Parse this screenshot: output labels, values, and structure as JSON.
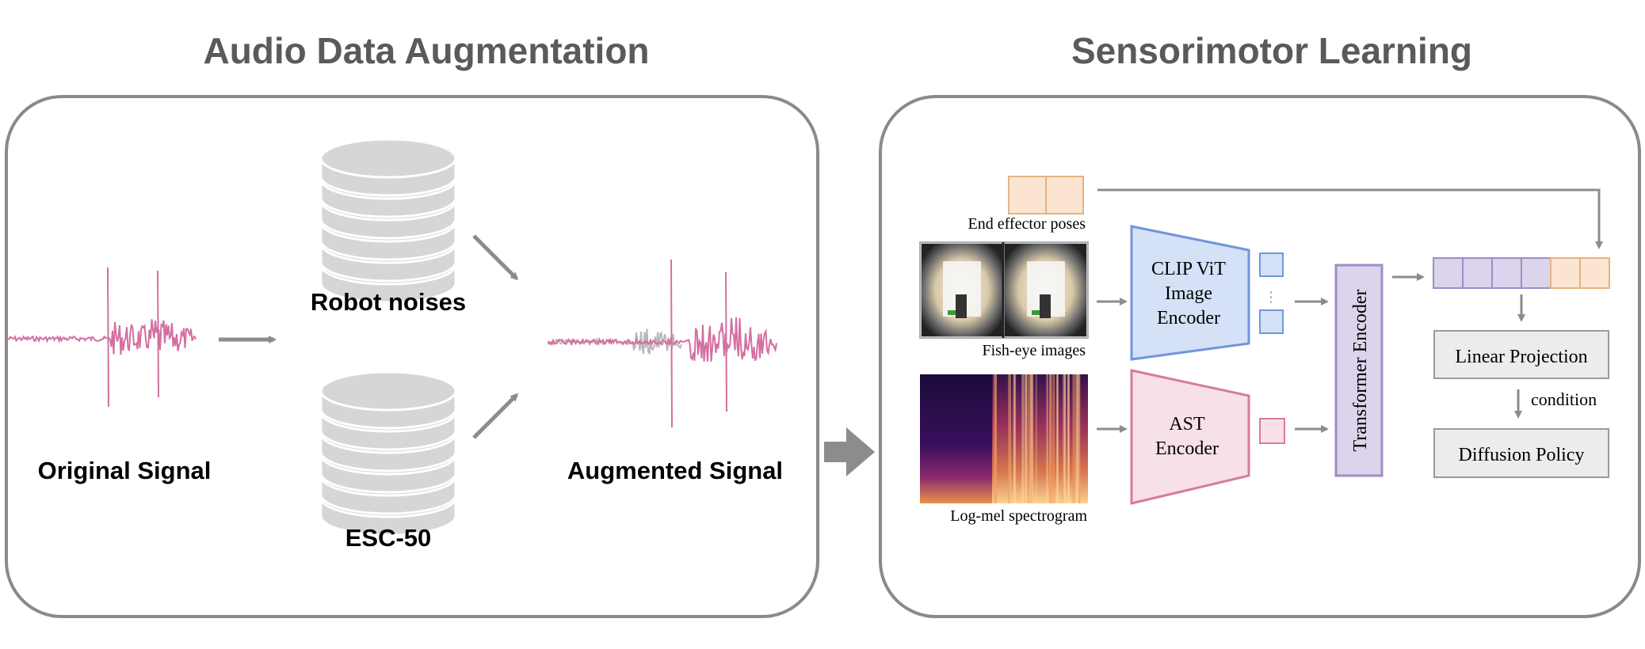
{
  "left_panel": {
    "title": "Audio Data Augmentation",
    "original_label": "Original Signal",
    "robot_label": "Robot noises",
    "esc_label": "ESC-50",
    "augmented_label": "Augmented Signal"
  },
  "right_panel": {
    "title": "Sensorimotor Learning",
    "ee_label": "End effector poses",
    "fisheye_label": "Fish-eye images",
    "spectrogram_label": "Log-mel spectrogram",
    "clip_line1": "CLIP ViT",
    "clip_line2": "Image",
    "clip_line3": "Encoder",
    "ast_line1": "AST",
    "ast_line2": "Encoder",
    "transformer_label": "Transformer Encoder",
    "linear_label": "Linear Projection",
    "condition_label": "condition",
    "diffusion_label": "Diffusion Policy"
  },
  "colors": {
    "panel_border": "#8a8a8a",
    "panel_fill": "#ffffff",
    "title_text": "#5a5a5a",
    "arrow": "#8c8c8c",
    "waveform": "#d46fa0",
    "waveform_noise": "#b8b8b8",
    "database": "#d6d6d6",
    "pose_token_fill": "#fbe5d1",
    "pose_token_border": "#e5b382",
    "clip_fill": "#d5e1f7",
    "clip_border": "#6f96dc",
    "ast_fill": "#f8e0e7",
    "ast_border": "#d77aa0",
    "transformer_fill": "#dcd3ec",
    "transformer_border": "#9d8ec6",
    "box_fill": "#ececec",
    "box_border": "#9a9a9a"
  },
  "icons": [
    "right-arrow-icon",
    "database-icon",
    "big-arrow-icon"
  ]
}
